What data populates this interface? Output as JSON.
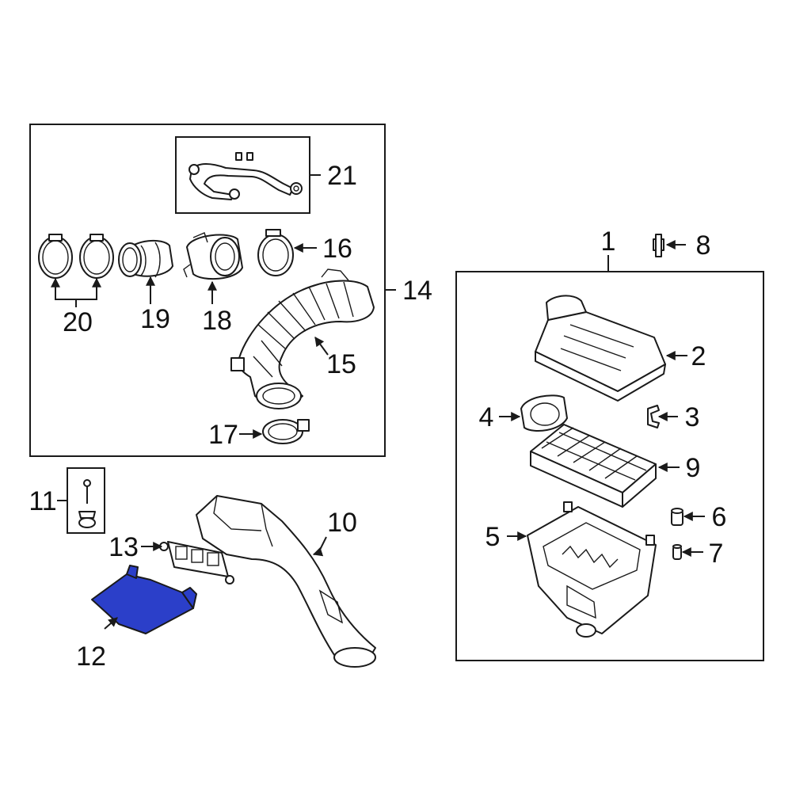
{
  "diagram": {
    "highlight_color": "#2b3fc9",
    "line_color": "#1a1a1a",
    "callouts": {
      "c1": "1",
      "c2": "2",
      "c3": "3",
      "c4": "4",
      "c5": "5",
      "c6": "6",
      "c7": "7",
      "c8": "8",
      "c9": "9",
      "c10": "10",
      "c11": "11",
      "c12": "12",
      "c13": "13",
      "c14": "14",
      "c15": "15",
      "c16": "16",
      "c17": "17",
      "c18": "18",
      "c19": "19",
      "c20": "20",
      "c21": "21"
    }
  }
}
